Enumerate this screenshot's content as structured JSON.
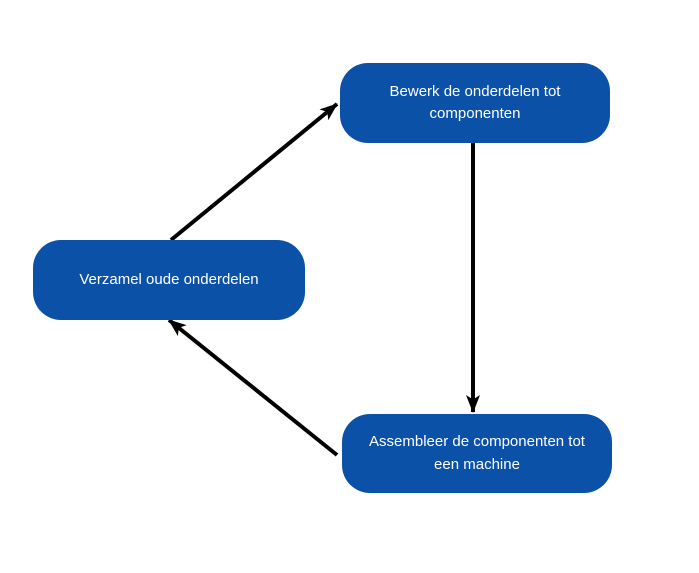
{
  "diagram": {
    "type": "flowchart-cycle",
    "background_color": "#ffffff",
    "node_fill_color": "#0b51a8",
    "node_text_color": "#ffffff",
    "arrow_color": "#000000",
    "nodes": [
      {
        "id": "verzamel",
        "label": "Verzamel oude onderdelen"
      },
      {
        "id": "bewerk",
        "label": "Bewerk de onderdelen tot componenten"
      },
      {
        "id": "assembleer",
        "label": "Assembleer de componenten tot een machine"
      }
    ],
    "edges": [
      {
        "from": "verzamel",
        "to": "bewerk"
      },
      {
        "from": "bewerk",
        "to": "assembleer"
      },
      {
        "from": "assembleer",
        "to": "verzamel"
      }
    ]
  }
}
